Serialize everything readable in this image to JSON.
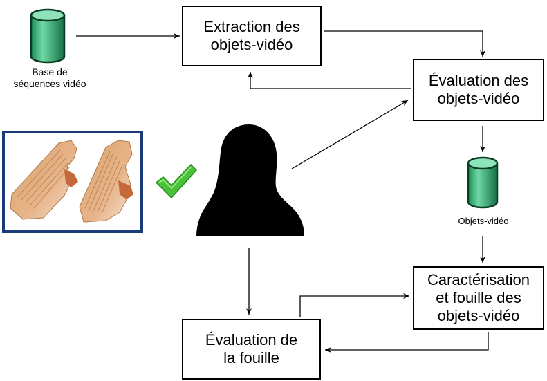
{
  "nodes": {
    "extraction": "Extraction des\nobjets-vidéo",
    "evaluation_objets": "Évaluation des\nobjets-vidéo",
    "caracterisation": "Caractérisation\net fouille des\nobjets-vidéo",
    "evaluation_fouille": "Évaluation de\nla fouille"
  },
  "labels": {
    "base_sequences": "Base de\nséquences vidéo",
    "objets_video": "Objets-vidéo"
  },
  "icons": {
    "database": "database-cylinder-icon",
    "user": "user-silhouette-icon",
    "check": "check-icon",
    "thumbnail": "video-object-thumbnail"
  },
  "colors": {
    "cylinder_fill": "#3fae7a",
    "cylinder_stroke": "#0b3d22",
    "frame_border": "#1b3a7a",
    "check": "#49c23a"
  }
}
